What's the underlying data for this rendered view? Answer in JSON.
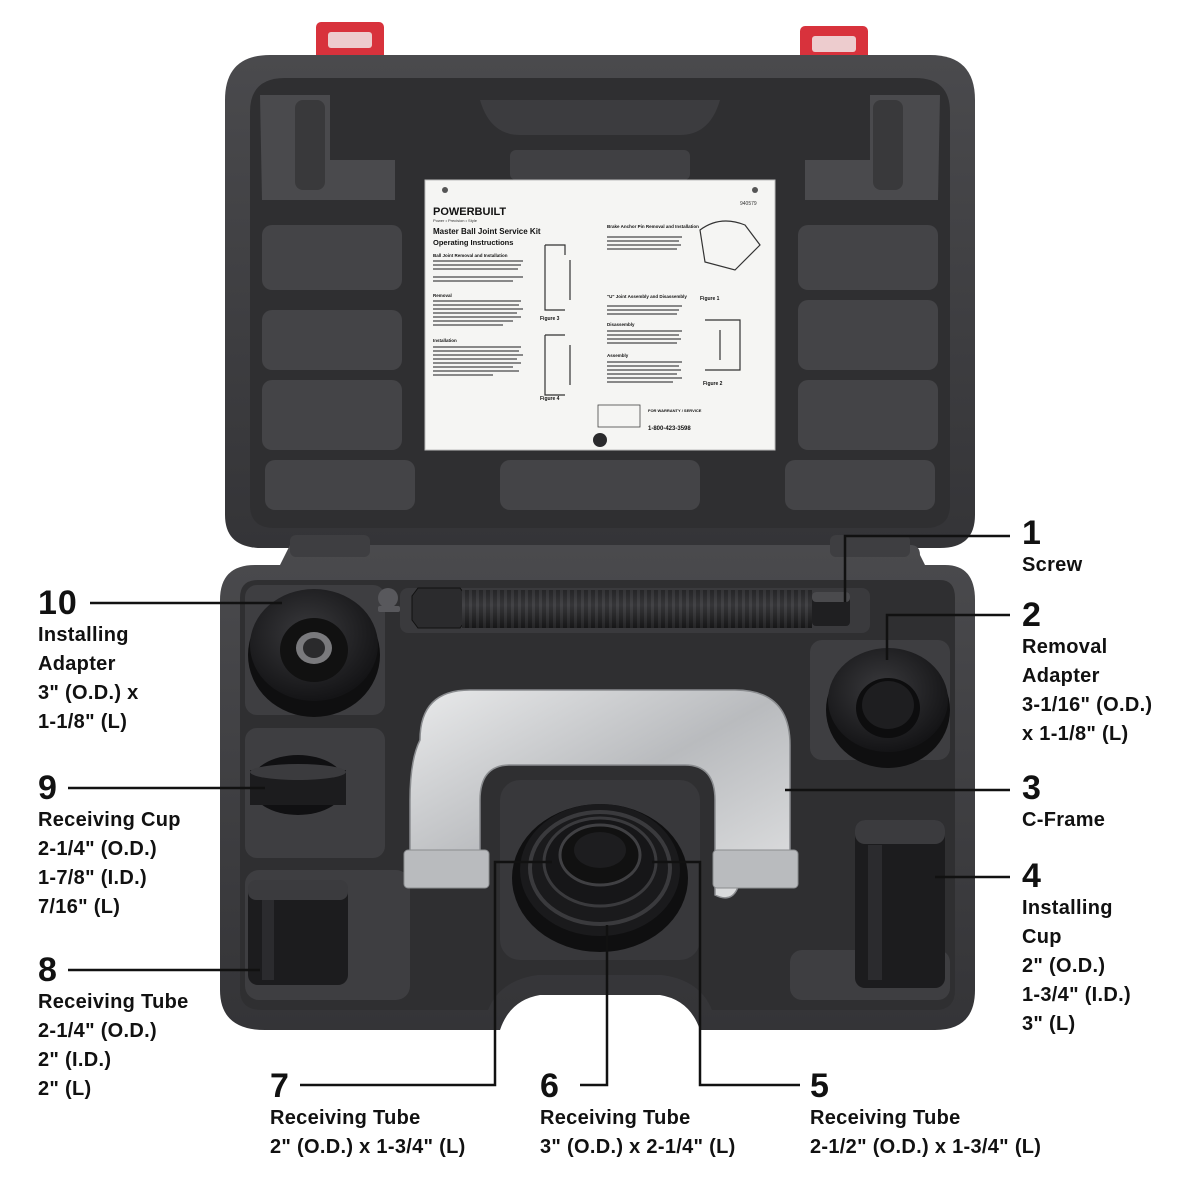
{
  "instruction_sheet": {
    "brand": "POWERBUILT",
    "tagline": "Power • Precision • Style",
    "part_number": "940579",
    "title": "Master Ball Joint Service Kit",
    "subtitle": "Operating Instructions",
    "headings": [
      "Ball Joint Removal and Installation",
      "Removal",
      "Installation",
      "Brake Anchor Pin Removal and Installation",
      "\"U\" Joint Assembly and Disassembly",
      "Disassembly",
      "Assembly"
    ],
    "figures": [
      "Figure 1",
      "Figure 2",
      "Figure 3",
      "Figure 4"
    ],
    "warranty_label": "FOR WARRANTY / SERVICE",
    "phone": "1-800-423-3598"
  },
  "callouts": [
    {
      "id": "1",
      "number": "1",
      "lines": [
        "Screw"
      ]
    },
    {
      "id": "2",
      "number": "2",
      "lines": [
        "Removal",
        "Adapter",
        "3-1/16\" (O.D.)",
        "x 1-1/8\" (L)"
      ]
    },
    {
      "id": "3",
      "number": "3",
      "lines": [
        "C-Frame"
      ]
    },
    {
      "id": "4",
      "number": "4",
      "lines": [
        "Installing",
        "Cup",
        "2\" (O.D.)",
        "1-3/4\" (I.D.)",
        "3\" (L)"
      ]
    },
    {
      "id": "5",
      "number": "5",
      "lines": [
        "Receiving Tube",
        "2-1/2\" (O.D.) x 1-3/4\" (L)"
      ]
    },
    {
      "id": "6",
      "number": "6",
      "lines": [
        "Receiving Tube",
        "3\" (O.D.) x 2-1/4\" (L)"
      ]
    },
    {
      "id": "7",
      "number": "7",
      "lines": [
        "Receiving Tube",
        "2\" (O.D.) x 1-3/4\" (L)"
      ]
    },
    {
      "id": "8",
      "number": "8",
      "lines": [
        "Receiving Tube",
        "2-1/4\" (O.D.)",
        "2\" (I.D.)",
        "2\" (L)"
      ]
    },
    {
      "id": "9",
      "number": "9",
      "lines": [
        "Receiving Cup",
        "2-1/4\" (O.D.)",
        "1-7/8\" (I.D.)",
        "7/16\" (L)"
      ]
    },
    {
      "id": "10",
      "number": "10",
      "lines": [
        "Installing",
        "Adapter",
        "3\" (O.D.) x",
        "1-1/8\" (L)"
      ]
    }
  ],
  "colors": {
    "case": "#3a3a3c",
    "case_recess": "#2a2a2c",
    "latch": "#d8323c",
    "tool_steel": "#1c1c1e",
    "cframe": "#c9cbcd"
  }
}
